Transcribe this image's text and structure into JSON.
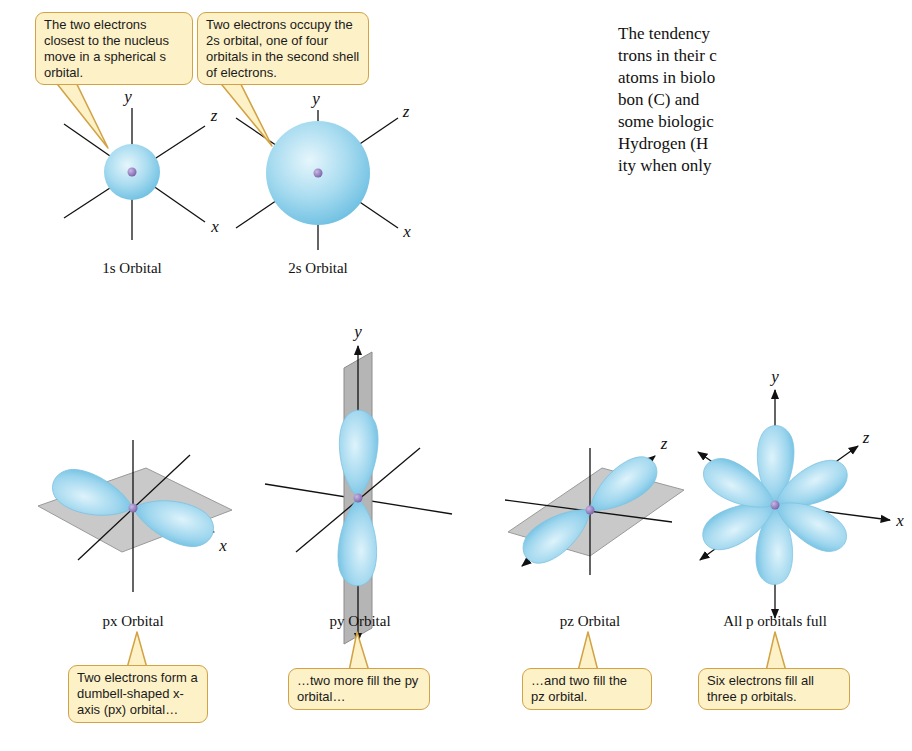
{
  "diagram": {
    "nodes": [
      {
        "text": [
          "The two electrons closest to the nucleus move in a spherical s orbital."
        ]
      },
      {
        "text": [
          "Two electrons occupy the 2s orbital, one of four orbitals in the second shell of electrons."
        ]
      },
      {
        "text": [
          "Two electrons form a dumbell-shaped x-axis (px) orbital…"
        ]
      },
      {
        "text": [
          "…two more fill the py orbital…"
        ]
      },
      {
        "text": [
          "…and two fill the pz orbital."
        ]
      },
      {
        "text": [
          "Six electrons fill all three p orbitals."
        ]
      }
    ],
    "labels": [
      "The tendency",
      "trons in their c",
      "atoms in biolo",
      "bon (C) and",
      "some biologic",
      "Hydrogen (H",
      "ity when only",
      "y",
      "z",
      "x",
      "1s Orbital",
      "y",
      "z",
      "x",
      "2s Orbital",
      "x",
      "px Orbital",
      "y",
      "py Orbital",
      "z",
      "pz Orbital",
      "y",
      "z",
      "x",
      "All p orbitals full"
    ]
  }
}
